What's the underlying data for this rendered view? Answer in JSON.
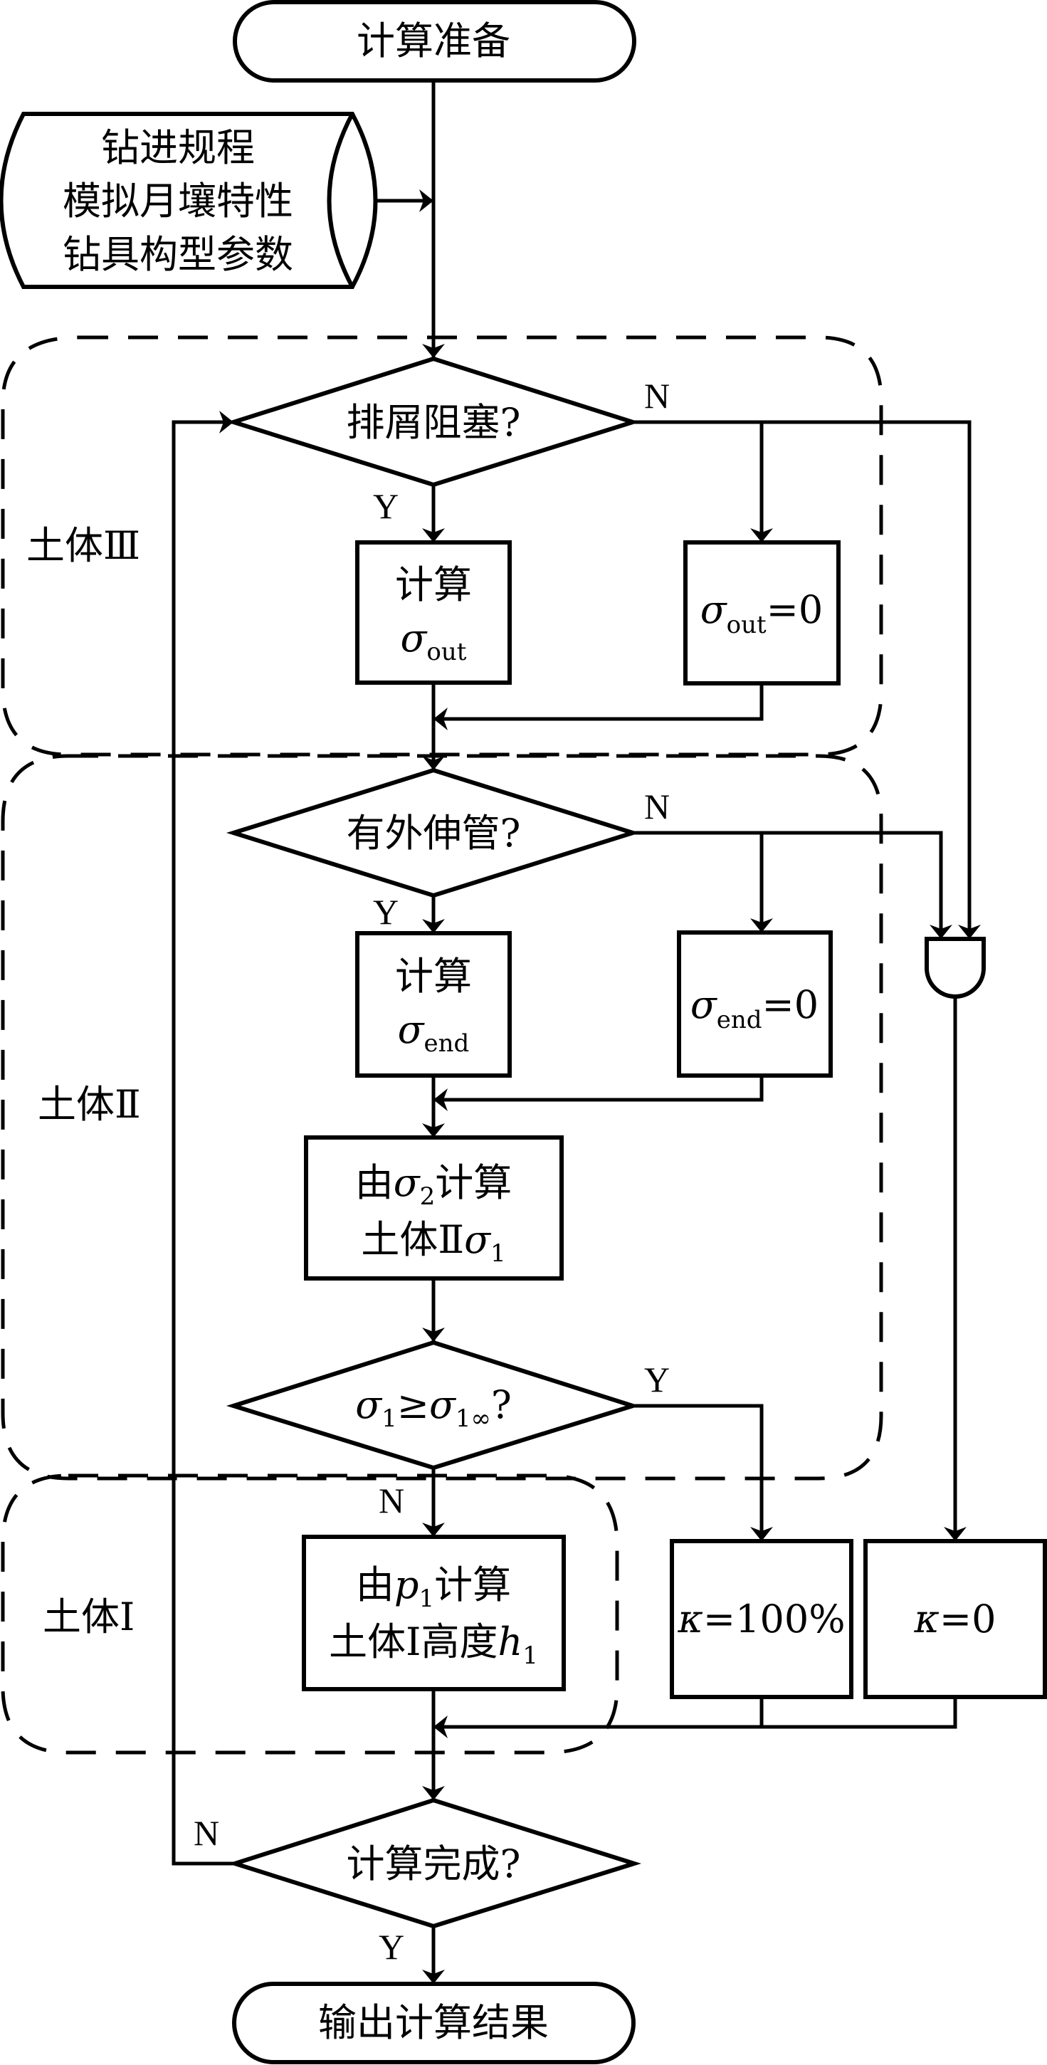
{
  "colors": {
    "stroke": "#000000",
    "background": "#ffffff"
  },
  "nodes": {
    "start": {
      "label": "计算准备"
    },
    "input": {
      "lines": [
        "钻进规程",
        "模拟月壤特性",
        "钻具构型参数"
      ]
    },
    "decision_clog": {
      "label": "排屑阻塞?"
    },
    "calc_sigma_out": {
      "line1": "计算",
      "symbol": "σ",
      "sub": "out"
    },
    "sigma_out_zero": {
      "symbol": "σ",
      "sub": "out",
      "tail": "=0"
    },
    "decision_ext_pipe": {
      "label": "有外伸管?"
    },
    "calc_sigma_end": {
      "line1": "计算",
      "symbol": "σ",
      "sub": "end"
    },
    "sigma_end_zero": {
      "symbol": "σ",
      "sub": "end",
      "tail": "=0"
    },
    "calc_sigma1": {
      "pre": "由",
      "symbol": "σ",
      "sub": "2",
      "post": "计算",
      "line2_pre": "土体Ⅱ",
      "line2_symbol": "σ",
      "line2_sub": "1"
    },
    "decision_sigma": {
      "sym1": "σ",
      "sub1": "1",
      "op": "≥",
      "sym2": "σ",
      "sub2": "1∞",
      "tail": "?"
    },
    "calc_h1": {
      "pre": "由",
      "symbol": "p",
      "sub": "1",
      "post": "计算",
      "line2_pre": "土体Ⅰ高度",
      "line2_symbol": "h",
      "line2_sub": "1"
    },
    "kappa_full": {
      "symbol": "κ",
      "tail": "=100%"
    },
    "kappa_zero": {
      "symbol": "κ",
      "tail": "=0"
    },
    "decision_done": {
      "label": "计算完成?"
    },
    "end": {
      "label": "输出计算结果"
    }
  },
  "regions": {
    "soil3": "土体Ⅲ",
    "soil2": "土体Ⅱ",
    "soil1": "土体Ⅰ"
  },
  "edge_labels": {
    "clog_no": "N",
    "clog_yes": "Y",
    "ext_no": "N",
    "ext_yes": "Y",
    "sigma_yes": "Y",
    "sigma_no": "N",
    "done_no": "N",
    "done_yes": "Y"
  },
  "gate": {
    "type": "AND"
  }
}
